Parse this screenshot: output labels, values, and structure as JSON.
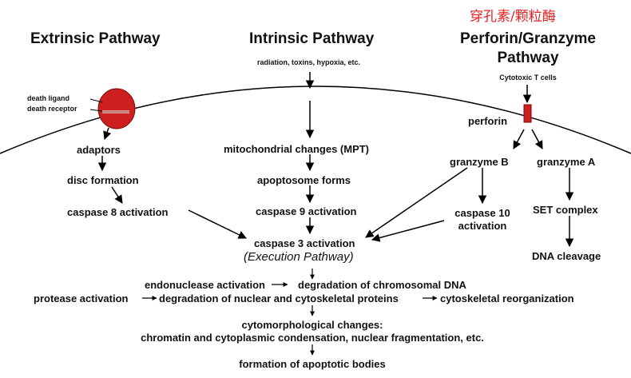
{
  "annotation": "穿孔素/颗粒酶",
  "colors": {
    "receptor": "#cc1f1f",
    "perforin": "#cc1f1f",
    "annotation": "#e02020",
    "line": "#000000"
  },
  "headers": {
    "extrinsic": "Extrinsic Pathway",
    "intrinsic": "Intrinsic Pathway",
    "perforin_line1": "Perforin/Granzyme",
    "perforin_line2": "Pathway"
  },
  "inputs": {
    "intrinsic": "radiation, toxins, hypoxia, etc.",
    "perforin": "Cytotoxic T cells"
  },
  "membrane": {
    "death_ligand": "death ligand",
    "death_receptor": "death receptor",
    "perforin": "perforin"
  },
  "extrinsic_steps": [
    "adaptors",
    "disc formation",
    "caspase 8 activation"
  ],
  "intrinsic_steps": [
    "mitochondrial changes (MPT)",
    "apoptosome forms",
    "caspase 9 activation"
  ],
  "granzyme": {
    "b": "granzyme B",
    "a": "granzyme A",
    "caspase10_line1": "caspase 10",
    "caspase10_line2": "activation",
    "set_complex": "SET complex",
    "dna_cleavage": "DNA cleavage"
  },
  "execution": {
    "caspase3": "caspase 3 activation",
    "label": "(Execution Pathway)",
    "endo_a": "endonuclease activation",
    "endo_b": "degradation of chromosomal DNA",
    "prot_a": "protease activation",
    "prot_b": "degradation of nuclear and cytoskeletal proteins",
    "prot_c": "cytoskeletal reorganization",
    "cyto_line1": "cytomorphological changes:",
    "cyto_line2": "chromatin and cytoplasmic condensation, nuclear fragmentation, etc.",
    "final": "formation of apoptotic bodies"
  }
}
